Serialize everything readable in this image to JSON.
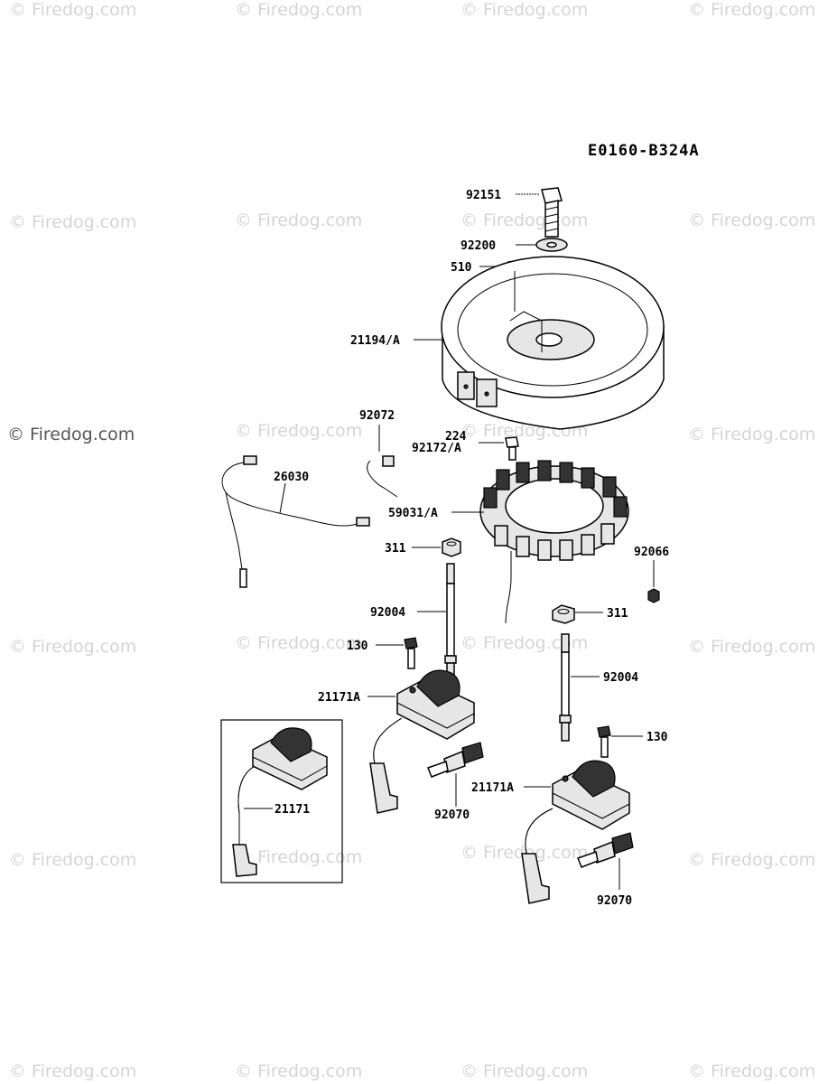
{
  "diagram_code": "E0160-B324A",
  "watermark_text": "© Firedog.com",
  "watermark_text_main": "© Firedog.com",
  "labels": {
    "bolt_92151": "92151",
    "washer_92200": "92200",
    "key_510": "510",
    "flywheel_21194A": "21194/A",
    "lead_26030": "26030",
    "clip_92072": "92072",
    "screw_224": "224",
    "screw_92172A": "92172/A",
    "stator_59031A": "59031/A",
    "nut_311_left": "311",
    "nut_92066": "92066",
    "stud_92004_left": "92004",
    "nut_311_right": "311",
    "bolt_130_left": "130",
    "coil_21171A_left": "21171A",
    "stud_92004_right": "92004",
    "bolt_130_right": "130",
    "plug_92070_left": "92070",
    "coil_21171A_right": "21171A",
    "coil_21171_inset": "21171",
    "plug_92070_right": "92070"
  },
  "colors": {
    "line": "#000000",
    "watermark": "#d4d4d4",
    "background": "#ffffff"
  }
}
